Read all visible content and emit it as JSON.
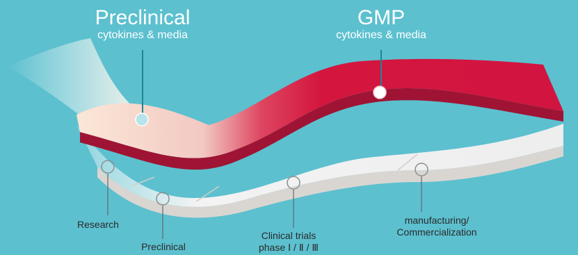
{
  "product_labels": {
    "preclinical": {
      "title": "Preclinical",
      "subtitle": "cytokines & media"
    },
    "gmp": {
      "title": "GMP",
      "subtitle": "cytokines & media"
    }
  },
  "stages": {
    "research": "Research",
    "preclinical": "Preclinical",
    "clinical_line1": "Clinical trials",
    "clinical_line2": "phase Ⅰ / Ⅱ / Ⅲ",
    "manufacturing_line1": "manufacturing/",
    "manufacturing_line2": "Commercialization"
  },
  "colors": {
    "background": "#5cc0cf",
    "gmp_ribbon": "#d4163f",
    "preclinical_ribbon": "#f6e6d4",
    "base_band": "#f1f1f1",
    "callout_line": "#1d8594",
    "marker_fill": "#b7e3ea"
  }
}
